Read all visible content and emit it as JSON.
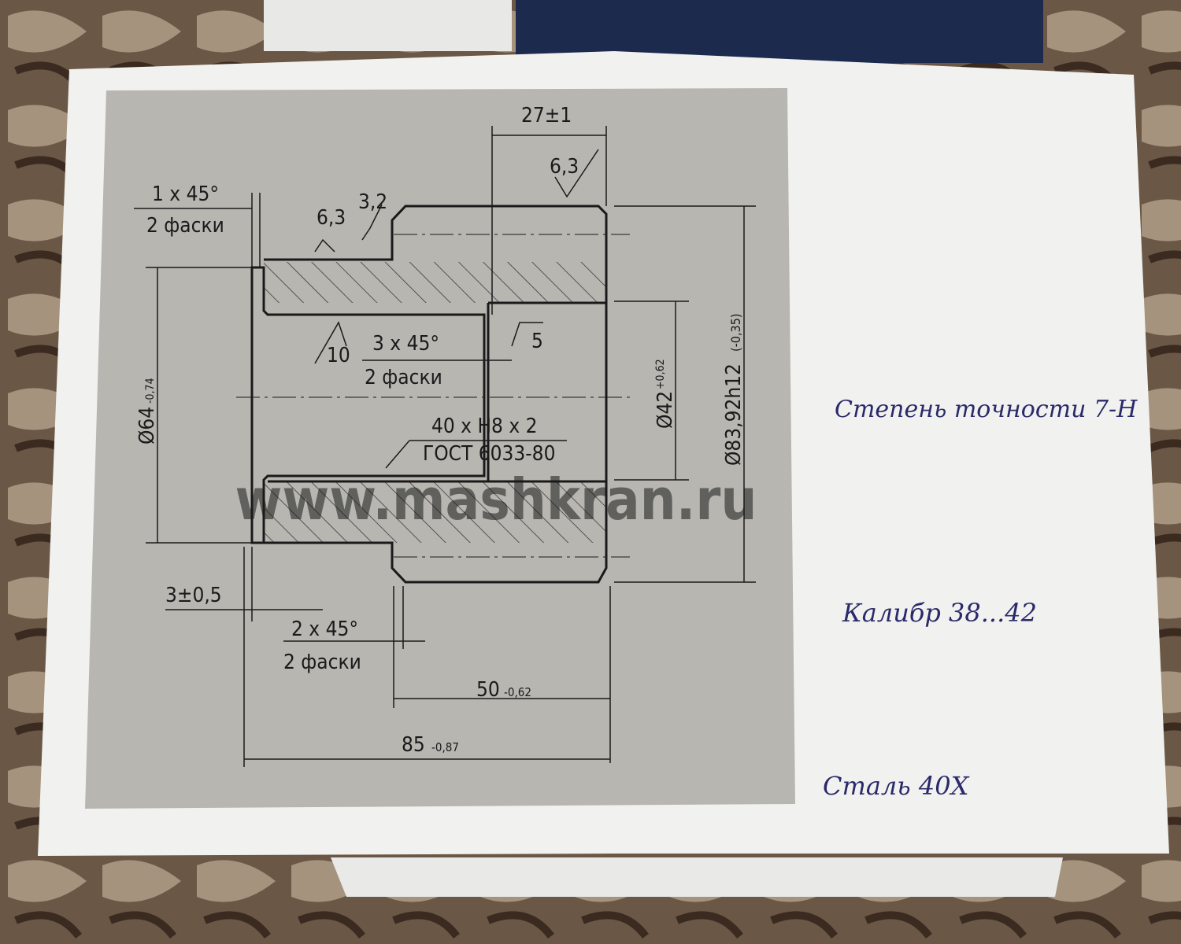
{
  "drawing": {
    "dims": {
      "width_27": "27±1",
      "rough_63_top": "6,3",
      "chamfer_1x45": "1 x 45°",
      "chamfer_1x45_note": "2 фаски",
      "rough_63_left": "6,3",
      "rough_32": "3,2",
      "dia_64": "Ø64",
      "dia_64_tol": "-0,74",
      "rough_10": "10",
      "chamfer_3x45": "3 x 45°",
      "chamfer_3x45_note": "2 фаски",
      "rough_5": "5",
      "spline": "40 x H8 x 2",
      "spline_std": "ГОСТ 6033-80",
      "dia_42": "Ø42",
      "dia_42_tol": "+0,62",
      "dia_8392": "Ø83,92h12",
      "dia_8392_tol": "(-0,35)",
      "offset_3": "3±0,5",
      "chamfer_2x45": "2 x 45°",
      "chamfer_2x45_note": "2 фаски",
      "len_50": "50",
      "len_50_tol": "-0,62",
      "len_85": "85",
      "len_85_tol": "-0,87"
    },
    "watermark": "www.mashkran.ru"
  },
  "handwritten_notes": [
    "Степень точности 7-Н",
    "Калибр 38...42",
    "Сталь 40Х"
  ]
}
